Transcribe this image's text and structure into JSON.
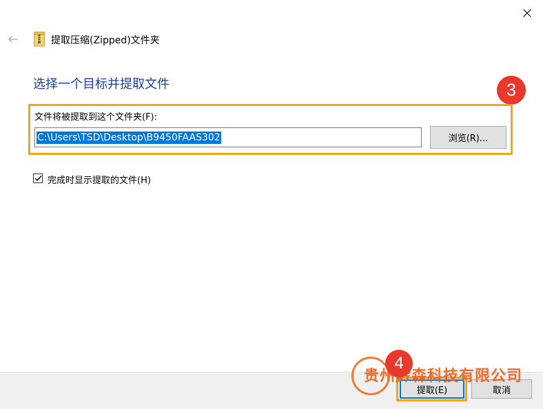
{
  "window": {
    "title": "提取压缩(Zipped)文件夹"
  },
  "main": {
    "heading": "选择一个目标并提取文件",
    "field_label": "文件将被提取到这个文件夹(F):",
    "path_value": "C:\\Users\\TSD\\Desktop\\B9450FAAS302",
    "browse_label": "浏览(R)...",
    "checkbox_label": "完成时显示提取的文件(H)",
    "checkbox_checked": true
  },
  "footer": {
    "extract_label": "提取(E)",
    "cancel_label": "取消"
  },
  "annotations": {
    "step3": "3",
    "step4": "4",
    "highlight_color": "#f2a516",
    "badge_color": "#e8392c"
  },
  "watermark": {
    "text": "贵州黔森科技有限公司"
  },
  "colors": {
    "heading": "#1a3fa0",
    "selection": "#0078d7"
  }
}
